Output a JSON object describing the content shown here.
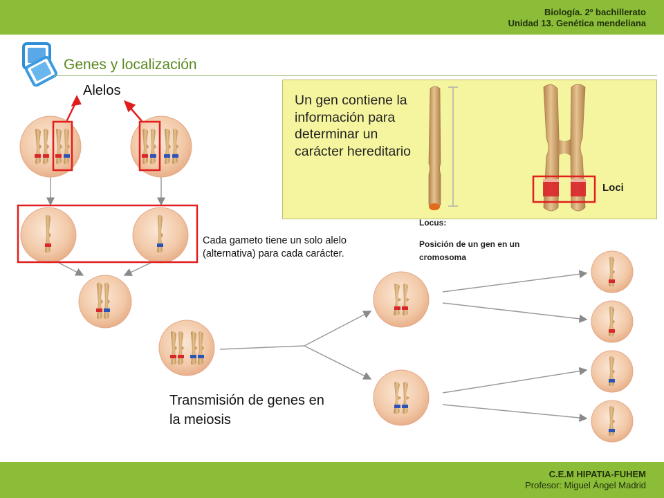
{
  "header": {
    "line1": "Biología. 2º bachillerato",
    "line2": "Unidad 13. Genética mendeliana"
  },
  "title": "Genes y localización",
  "labels": {
    "alelos": "Alelos",
    "gamete": "Cada gameto tiene un solo alelo (alternativa) para cada carácter.",
    "transmission": "Transmisión de genes en la meiosis",
    "locus_title": "Locus:",
    "locus_def": "Posición de un gen en un cromosoma",
    "gen_def": "Un gen contiene la información para determinar un carácter hereditario",
    "loci": "Loci"
  },
  "footer": {
    "line1": "C.E.M HIPATIA-FUHEM",
    "line2": "Profesor: Miguel Ángel Madrid"
  },
  "colors": {
    "band": "#8cbd38",
    "highlight_box": "#e01e1e",
    "info_box": "#f5f59f",
    "allele_red": "#d9262b",
    "allele_blue": "#2c54b8",
    "chromosome": "#d6b07d",
    "cell": "#f4d3b8"
  },
  "icons": [
    "window-stack-icon"
  ]
}
